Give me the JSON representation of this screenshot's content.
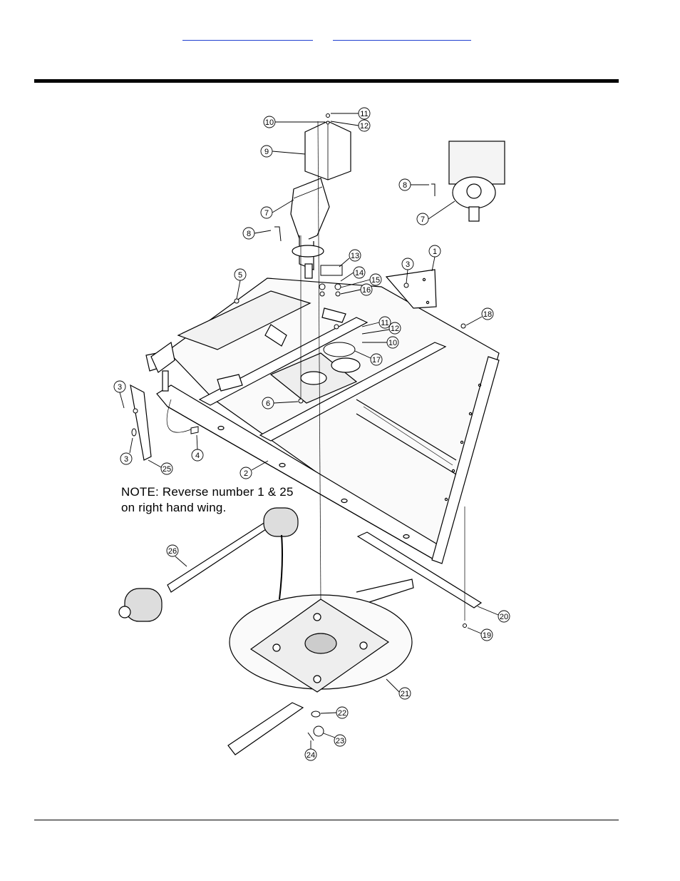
{
  "header": {
    "link_a": "",
    "link_b": ""
  },
  "diagram": {
    "note_line1": "NOTE: Reverse number 1 & 25",
    "note_line2": "on right hand wing.",
    "callouts": {
      "c1": "1",
      "c2": "2",
      "c3a": "3",
      "c3b": "3",
      "c3c": "3",
      "c4": "4",
      "c5": "5",
      "c6": "6",
      "c7a": "7",
      "c7b": "7",
      "c8a": "8",
      "c8b": "8",
      "c9": "9",
      "c10a": "10",
      "c10b": "10",
      "c11a": "11",
      "c11b": "11",
      "c12a": "12",
      "c12b": "12",
      "c13": "13",
      "c14": "14",
      "c15": "15",
      "c16": "16",
      "c17": "17",
      "c18": "18",
      "c19": "19",
      "c20": "20",
      "c21": "21",
      "c22": "22",
      "c23": "23",
      "c24": "24",
      "c25": "25",
      "c26": "26"
    }
  }
}
